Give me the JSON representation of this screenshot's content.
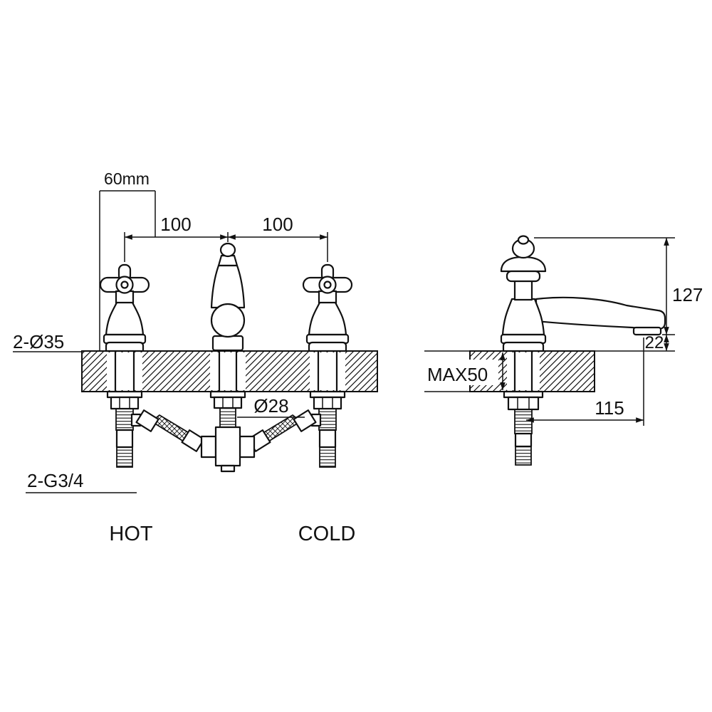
{
  "colors": {
    "line": "#111111",
    "background": "#ffffff"
  },
  "front_view": {
    "dimensions": {
      "hole_offset": "60mm",
      "left_spacing": "100",
      "right_spacing": "100",
      "deck_holes": "2-Ø35",
      "spout_shank": "Ø28",
      "inlet_tails": "2-G3/4"
    },
    "labels": {
      "hot": "HOT",
      "cold": "COLD"
    }
  },
  "side_view": {
    "dimensions": {
      "height": "127",
      "clearance": "22",
      "max_deck": "MAX50",
      "reach": "115"
    }
  }
}
